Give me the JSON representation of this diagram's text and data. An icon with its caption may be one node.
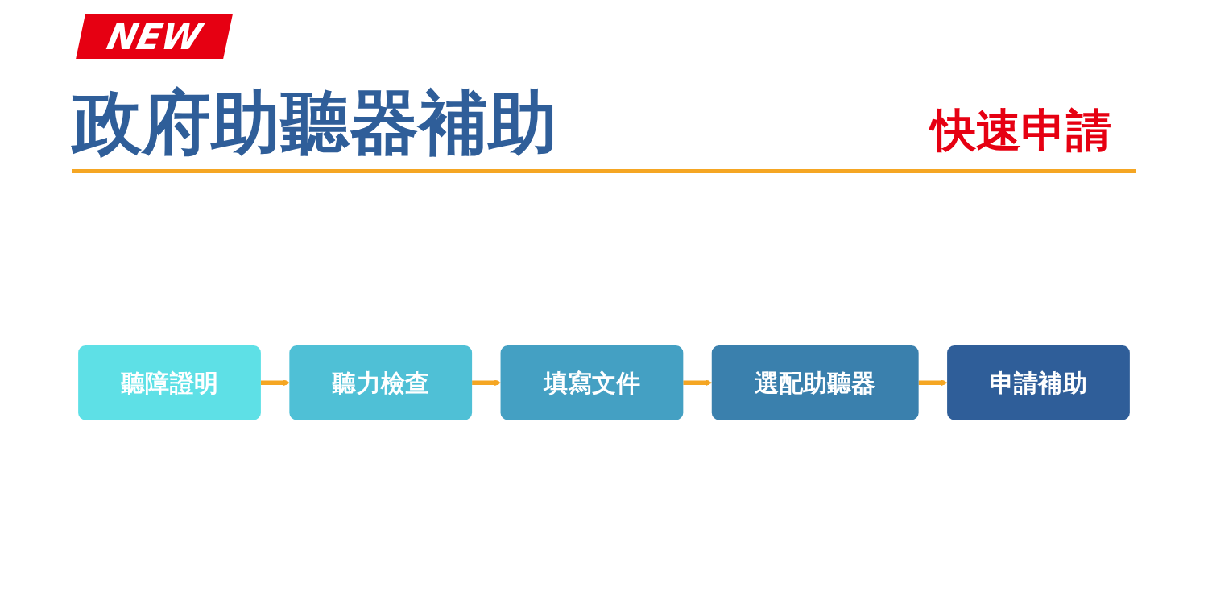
{
  "diagram": {
    "title": "政府助聽器補助",
    "nodes": [
      {
        "text": [
          "聽障證明"
        ]
      },
      {
        "text": [
          "聽力檢查"
        ]
      },
      {
        "text": [
          "填寫文件"
        ]
      },
      {
        "text": [
          "選配助聽器"
        ]
      },
      {
        "text": [
          "申請補助"
        ]
      }
    ],
    "edges": [
      {
        "from": 0,
        "to": 1,
        "arrow": "to"
      },
      {
        "from": 1,
        "to": 2,
        "arrow": "to"
      },
      {
        "from": 2,
        "to": 3,
        "arrow": "to"
      },
      {
        "from": 3,
        "to": 4,
        "arrow": "to"
      }
    ],
    "labels": [
      "NEW",
      "快速申請"
    ]
  }
}
